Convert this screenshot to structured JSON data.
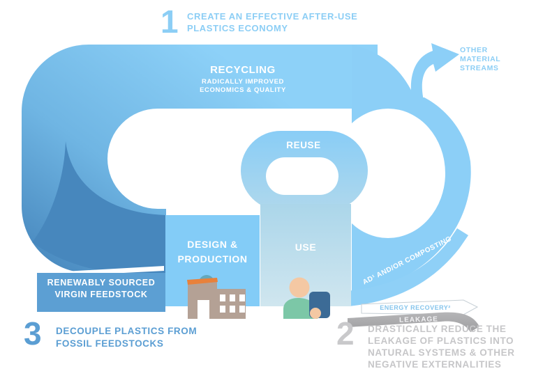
{
  "step1": {
    "number": "1",
    "lines": [
      "CREATE AN EFFECTIVE AFTER-USE",
      "PLASTICS ECONOMY"
    ]
  },
  "step2": {
    "number": "2",
    "lines": [
      "DRASTICALLY REDUCE THE",
      "LEAKAGE OF PLASTICS INTO",
      "NATURAL SYSTEMS & OTHER",
      "NEGATIVE EXTERNALITIES"
    ]
  },
  "step3": {
    "number": "3",
    "lines": [
      "DECOUPLE PLASTICS FROM",
      "FOSSIL FEEDSTOCKS"
    ]
  },
  "loop": {
    "recycling_title": "RECYCLING",
    "recycling_sub_lines": [
      "RADICALLY IMPROVED",
      "ECONOMICS & QUALITY"
    ],
    "reuse": "REUSE",
    "design_lines": [
      "DESIGN &",
      "PRODUCTION"
    ],
    "use": "USE",
    "feedstock_lines": [
      "RENEWABLY SOURCED",
      "VIRGIN FEEDSTOCK"
    ],
    "other_streams_lines": [
      "OTHER",
      "MATERIAL",
      "STREAMS"
    ],
    "ad_composting": "AD¹ AND/OR COMPOSTING",
    "energy_recovery": "ENERGY RECOVERY²",
    "leakage": "LEAKAGE"
  },
  "colors": {
    "light_blue": "#8ccef5",
    "mid_blue": "#5b9ed3",
    "dark_blue": "#4787bd",
    "pale_blue_use": "#cfe5ef",
    "gray_text": "#c6c6c8",
    "leak_gray": "#aeaeb0",
    "factory_wall": "#b4a195",
    "factory_roof": "#e8813b",
    "factory_tank": "#64a8bc",
    "person_skin": "#f4c8a3",
    "person_shirt": "#7cc7a7",
    "person_device": "#3c6b96"
  }
}
